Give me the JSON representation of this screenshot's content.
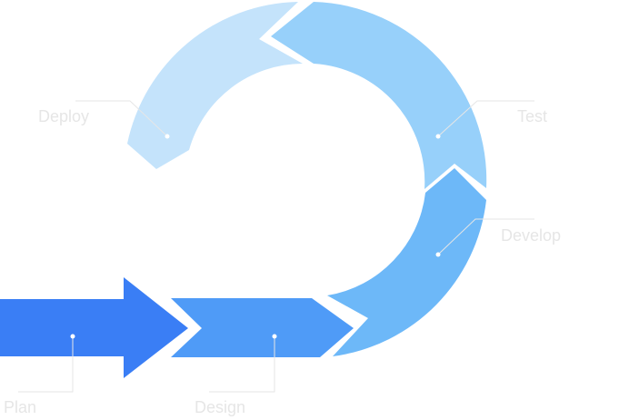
{
  "stages": [
    {
      "key": "plan",
      "label": "Plan",
      "color": "#3a7ef5"
    },
    {
      "key": "design",
      "label": "Design",
      "color": "#4f9bf7"
    },
    {
      "key": "develop",
      "label": "Develop",
      "color": "#6db8f8"
    },
    {
      "key": "test",
      "label": "Test",
      "color": "#97d0fa"
    },
    {
      "key": "deploy",
      "label": "Deploy",
      "color": "#c4e3fb"
    }
  ],
  "label_color": "#e6e6e6"
}
